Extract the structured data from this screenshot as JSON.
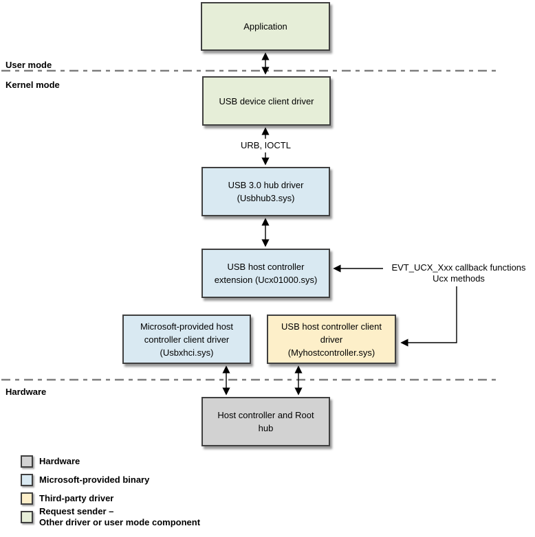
{
  "colors": {
    "request_sender_green": "#e6eed8",
    "microsoft_blue": "#d9e9f2",
    "third_party_yellow": "#fdefc9",
    "hardware_gray": "#d2d2d2",
    "box_border": "#3f3f3f",
    "divider_gray": "#7d7d7d",
    "arrow_black": "#000000"
  },
  "layers": {
    "user_mode": "User mode",
    "kernel_mode": "Kernel mode",
    "hardware": "Hardware"
  },
  "nodes": {
    "application": {
      "lines": [
        "Application"
      ]
    },
    "usb_device_client_driver": {
      "lines": [
        "USB device client driver"
      ]
    },
    "usb_hub_driver": {
      "lines": [
        "USB 3.0 hub driver",
        "(Usbhub3.sys)"
      ]
    },
    "usb_host_controller_extension": {
      "lines": [
        "USB host controller",
        "extension (Ucx01000.sys)"
      ]
    },
    "ms_host_controller_client_driver": {
      "lines": [
        "Microsoft-provided host",
        "controller client driver",
        "(Usbxhci.sys)"
      ]
    },
    "usb_host_controller_client_driver": {
      "lines": [
        "USB host controller client",
        "driver",
        "(Myhostcontroller.sys)"
      ]
    },
    "host_controller_root_hub": {
      "lines": [
        "Host controller and Root",
        "hub"
      ]
    }
  },
  "annotations": {
    "urb_ioctl": "URB, IOCTL",
    "evt_callbacks_line1": "EVT_UCX_Xxx callback functions",
    "evt_callbacks_line2": "Ucx methods"
  },
  "legend": {
    "items": [
      {
        "fill": "hardware_gray",
        "label_lines": [
          "Hardware"
        ]
      },
      {
        "fill": "microsoft_blue",
        "label_lines": [
          "Microsoft-provided binary"
        ]
      },
      {
        "fill": "third_party_yellow",
        "label_lines": [
          "Third-party driver"
        ]
      },
      {
        "fill": "request_sender_green",
        "label_lines": [
          "Request sender –",
          "Other driver or user mode component"
        ]
      }
    ]
  }
}
